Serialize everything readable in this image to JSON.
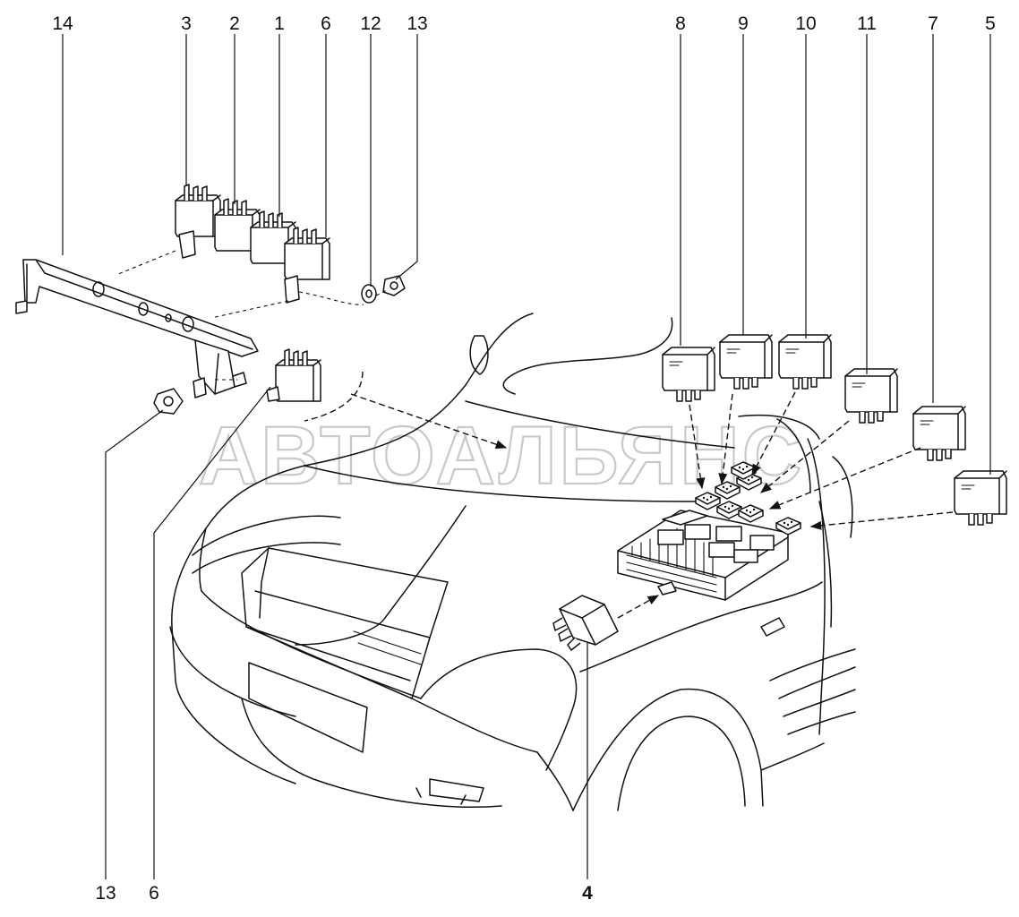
{
  "watermark": "АВТОАЛЬЯНС",
  "callouts": {
    "c14": "14",
    "c3": "3",
    "c2": "2",
    "c1": "1",
    "c6_top": "6",
    "c12": "12",
    "c13_top": "13",
    "c8": "8",
    "c9": "9",
    "c10": "10",
    "c11": "11",
    "c7": "7",
    "c5": "5",
    "c13_bottom": "13",
    "c6_bottom": "6",
    "c4": "4"
  }
}
